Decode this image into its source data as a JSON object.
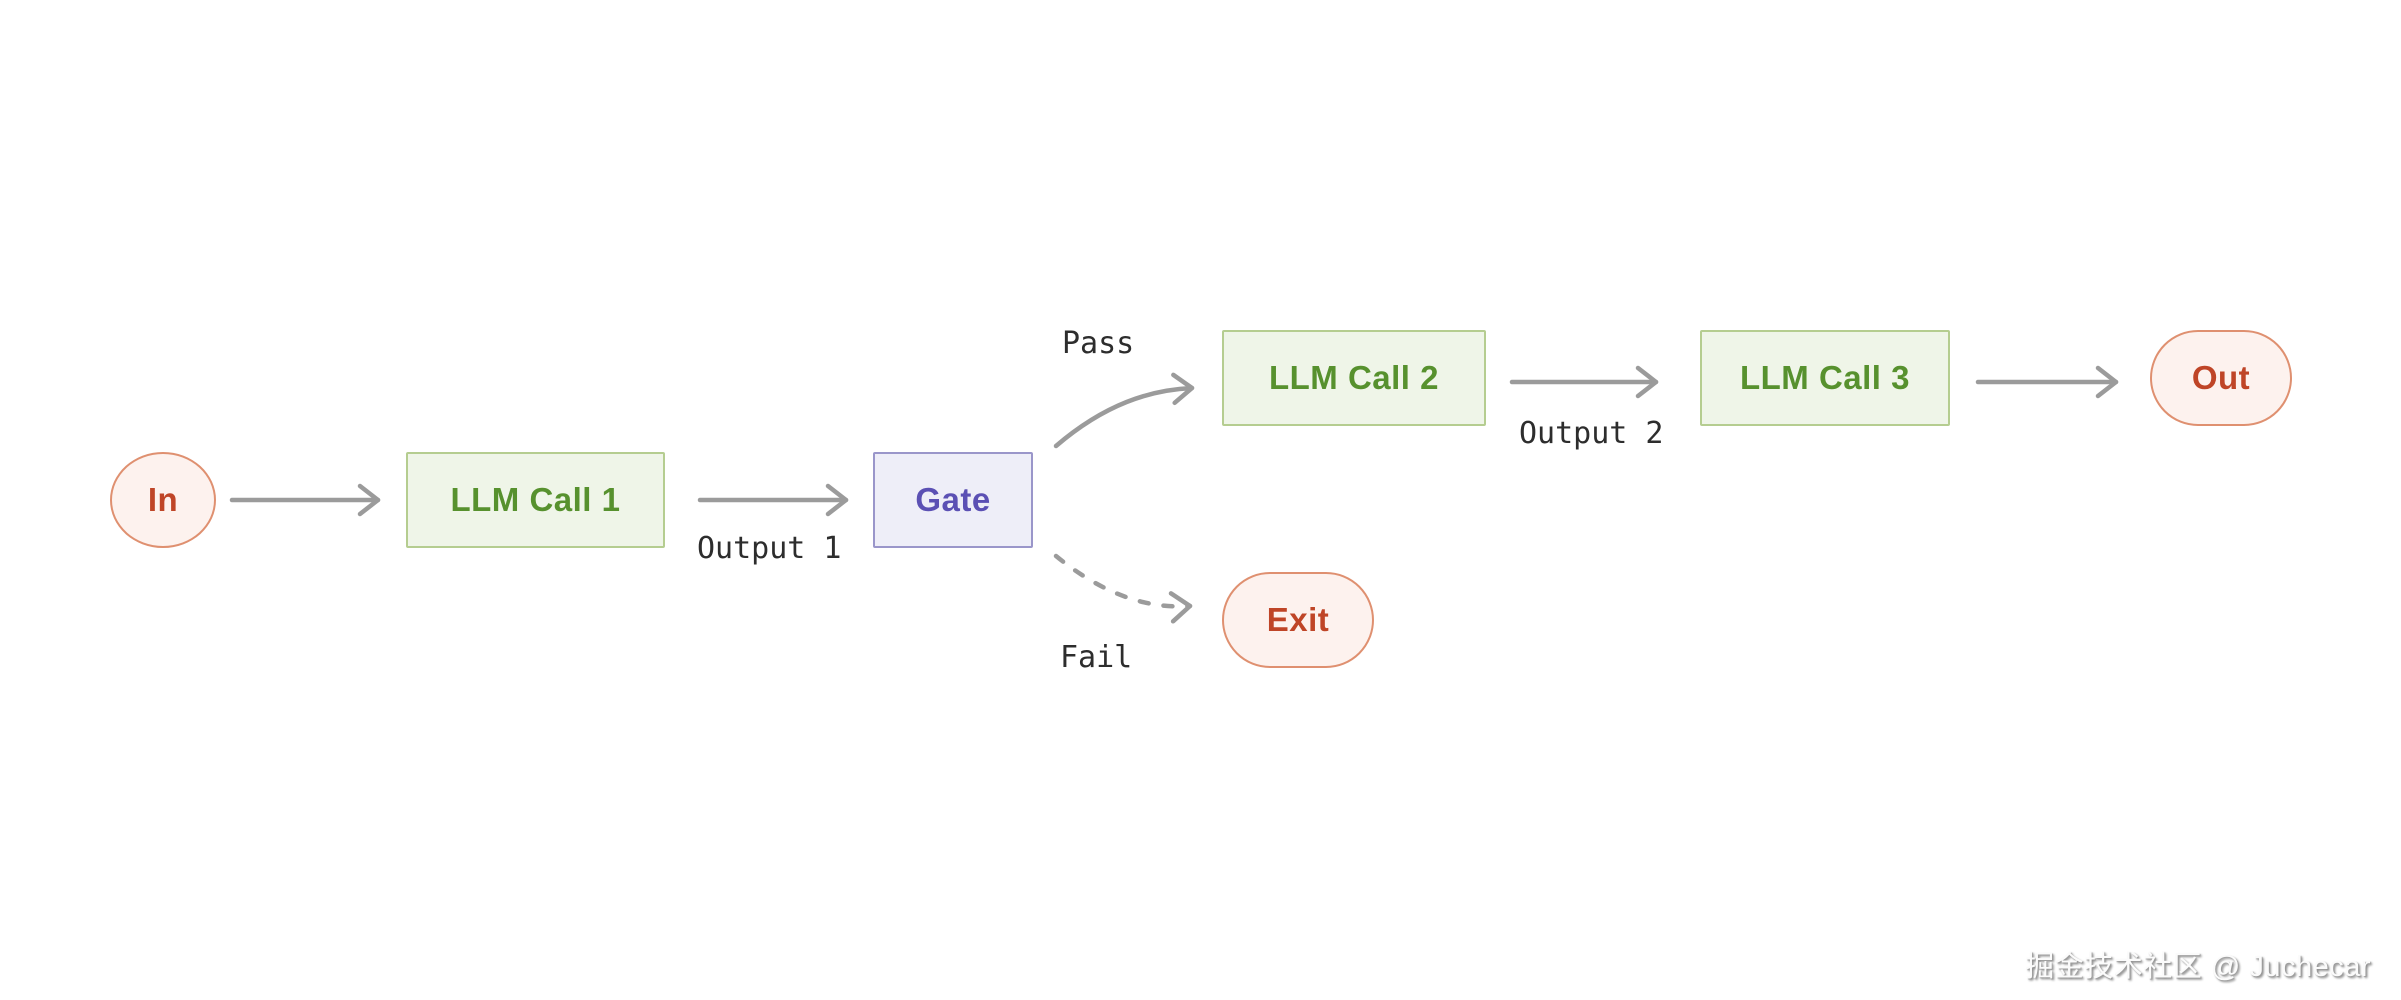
{
  "page": {
    "background": "#ffffff",
    "watermark": "掘金技术社区 @ Juchecar"
  },
  "palette": {
    "process_bg": "#eff5e8",
    "process_border": "#b5cd90",
    "process_text": "#57912e",
    "decision_bg": "#eeeef8",
    "decision_border": "#9a96ca",
    "decision_text": "#5b50b4",
    "terminal_bg": "#fdf2ee",
    "terminal_border": "#df9070",
    "terminal_text": "#bf4527",
    "arrow": "#9b9b9b",
    "edge_label_text": "#2d2d2d"
  },
  "diagram": {
    "type": "flowchart",
    "description": "LLM chaining workflow with gate check",
    "nodes": [
      {
        "id": "in",
        "label": "In",
        "kind": "terminal"
      },
      {
        "id": "llm1",
        "label": "LLM Call 1",
        "kind": "process"
      },
      {
        "id": "gate",
        "label": "Gate",
        "kind": "decision"
      },
      {
        "id": "llm2",
        "label": "LLM Call 2",
        "kind": "process"
      },
      {
        "id": "llm3",
        "label": "LLM Call 3",
        "kind": "process"
      },
      {
        "id": "out",
        "label": "Out",
        "kind": "terminal"
      },
      {
        "id": "exit",
        "label": "Exit",
        "kind": "terminal"
      }
    ],
    "edges": [
      {
        "from": "in",
        "to": "llm1",
        "label": "",
        "style": "solid"
      },
      {
        "from": "llm1",
        "to": "gate",
        "label": "Output 1",
        "style": "solid"
      },
      {
        "from": "gate",
        "to": "llm2",
        "label": "Pass",
        "style": "solid-curve"
      },
      {
        "from": "gate",
        "to": "exit",
        "label": "Fail",
        "style": "dashed-curve"
      },
      {
        "from": "llm2",
        "to": "llm3",
        "label": "Output 2",
        "style": "solid"
      },
      {
        "from": "llm3",
        "to": "out",
        "label": "",
        "style": "solid"
      }
    ]
  }
}
